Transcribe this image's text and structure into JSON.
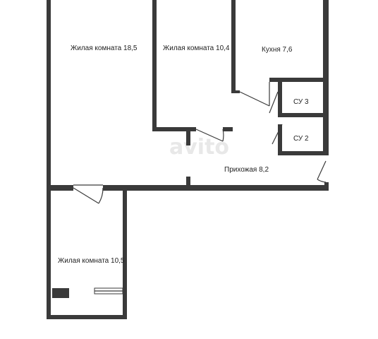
{
  "rooms": {
    "living_1": "Жилая комната 18,5",
    "living_2": "Жилая комната 10,4",
    "kitchen": "Кухня 7,6",
    "wc_3": "СУ 3",
    "wc_2": "СУ 2",
    "hall": "Прихожая 8,2",
    "living_3": "Жилая комната 10,5"
  },
  "watermark": "avito"
}
